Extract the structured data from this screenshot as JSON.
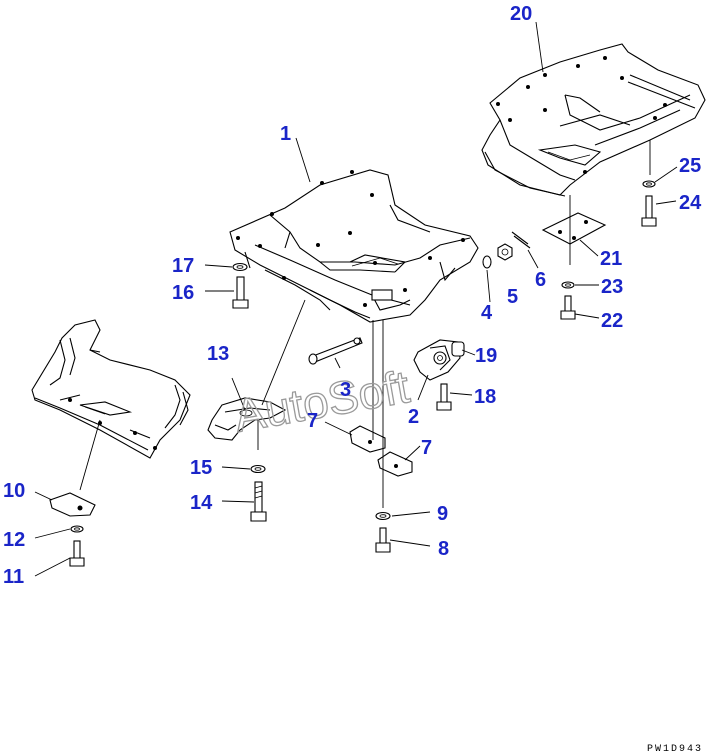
{
  "drawing": {
    "watermark": "AutoSoft",
    "code": "PW1D943"
  },
  "callouts": [
    {
      "id": "1",
      "label": "1"
    },
    {
      "id": "2",
      "label": "2"
    },
    {
      "id": "3",
      "label": "3"
    },
    {
      "id": "4",
      "label": "4"
    },
    {
      "id": "5",
      "label": "5"
    },
    {
      "id": "6",
      "label": "6"
    },
    {
      "id": "7a",
      "label": "7"
    },
    {
      "id": "7b",
      "label": "7"
    },
    {
      "id": "8",
      "label": "8"
    },
    {
      "id": "9",
      "label": "9"
    },
    {
      "id": "10",
      "label": "10"
    },
    {
      "id": "11",
      "label": "11"
    },
    {
      "id": "12",
      "label": "12"
    },
    {
      "id": "13",
      "label": "13"
    },
    {
      "id": "14",
      "label": "14"
    },
    {
      "id": "15",
      "label": "15"
    },
    {
      "id": "16",
      "label": "16"
    },
    {
      "id": "17",
      "label": "17"
    },
    {
      "id": "18",
      "label": "18"
    },
    {
      "id": "19",
      "label": "19"
    },
    {
      "id": "20",
      "label": "20"
    },
    {
      "id": "21",
      "label": "21"
    },
    {
      "id": "22",
      "label": "22"
    },
    {
      "id": "23",
      "label": "23"
    },
    {
      "id": "24",
      "label": "24"
    },
    {
      "id": "25",
      "label": "25"
    }
  ]
}
